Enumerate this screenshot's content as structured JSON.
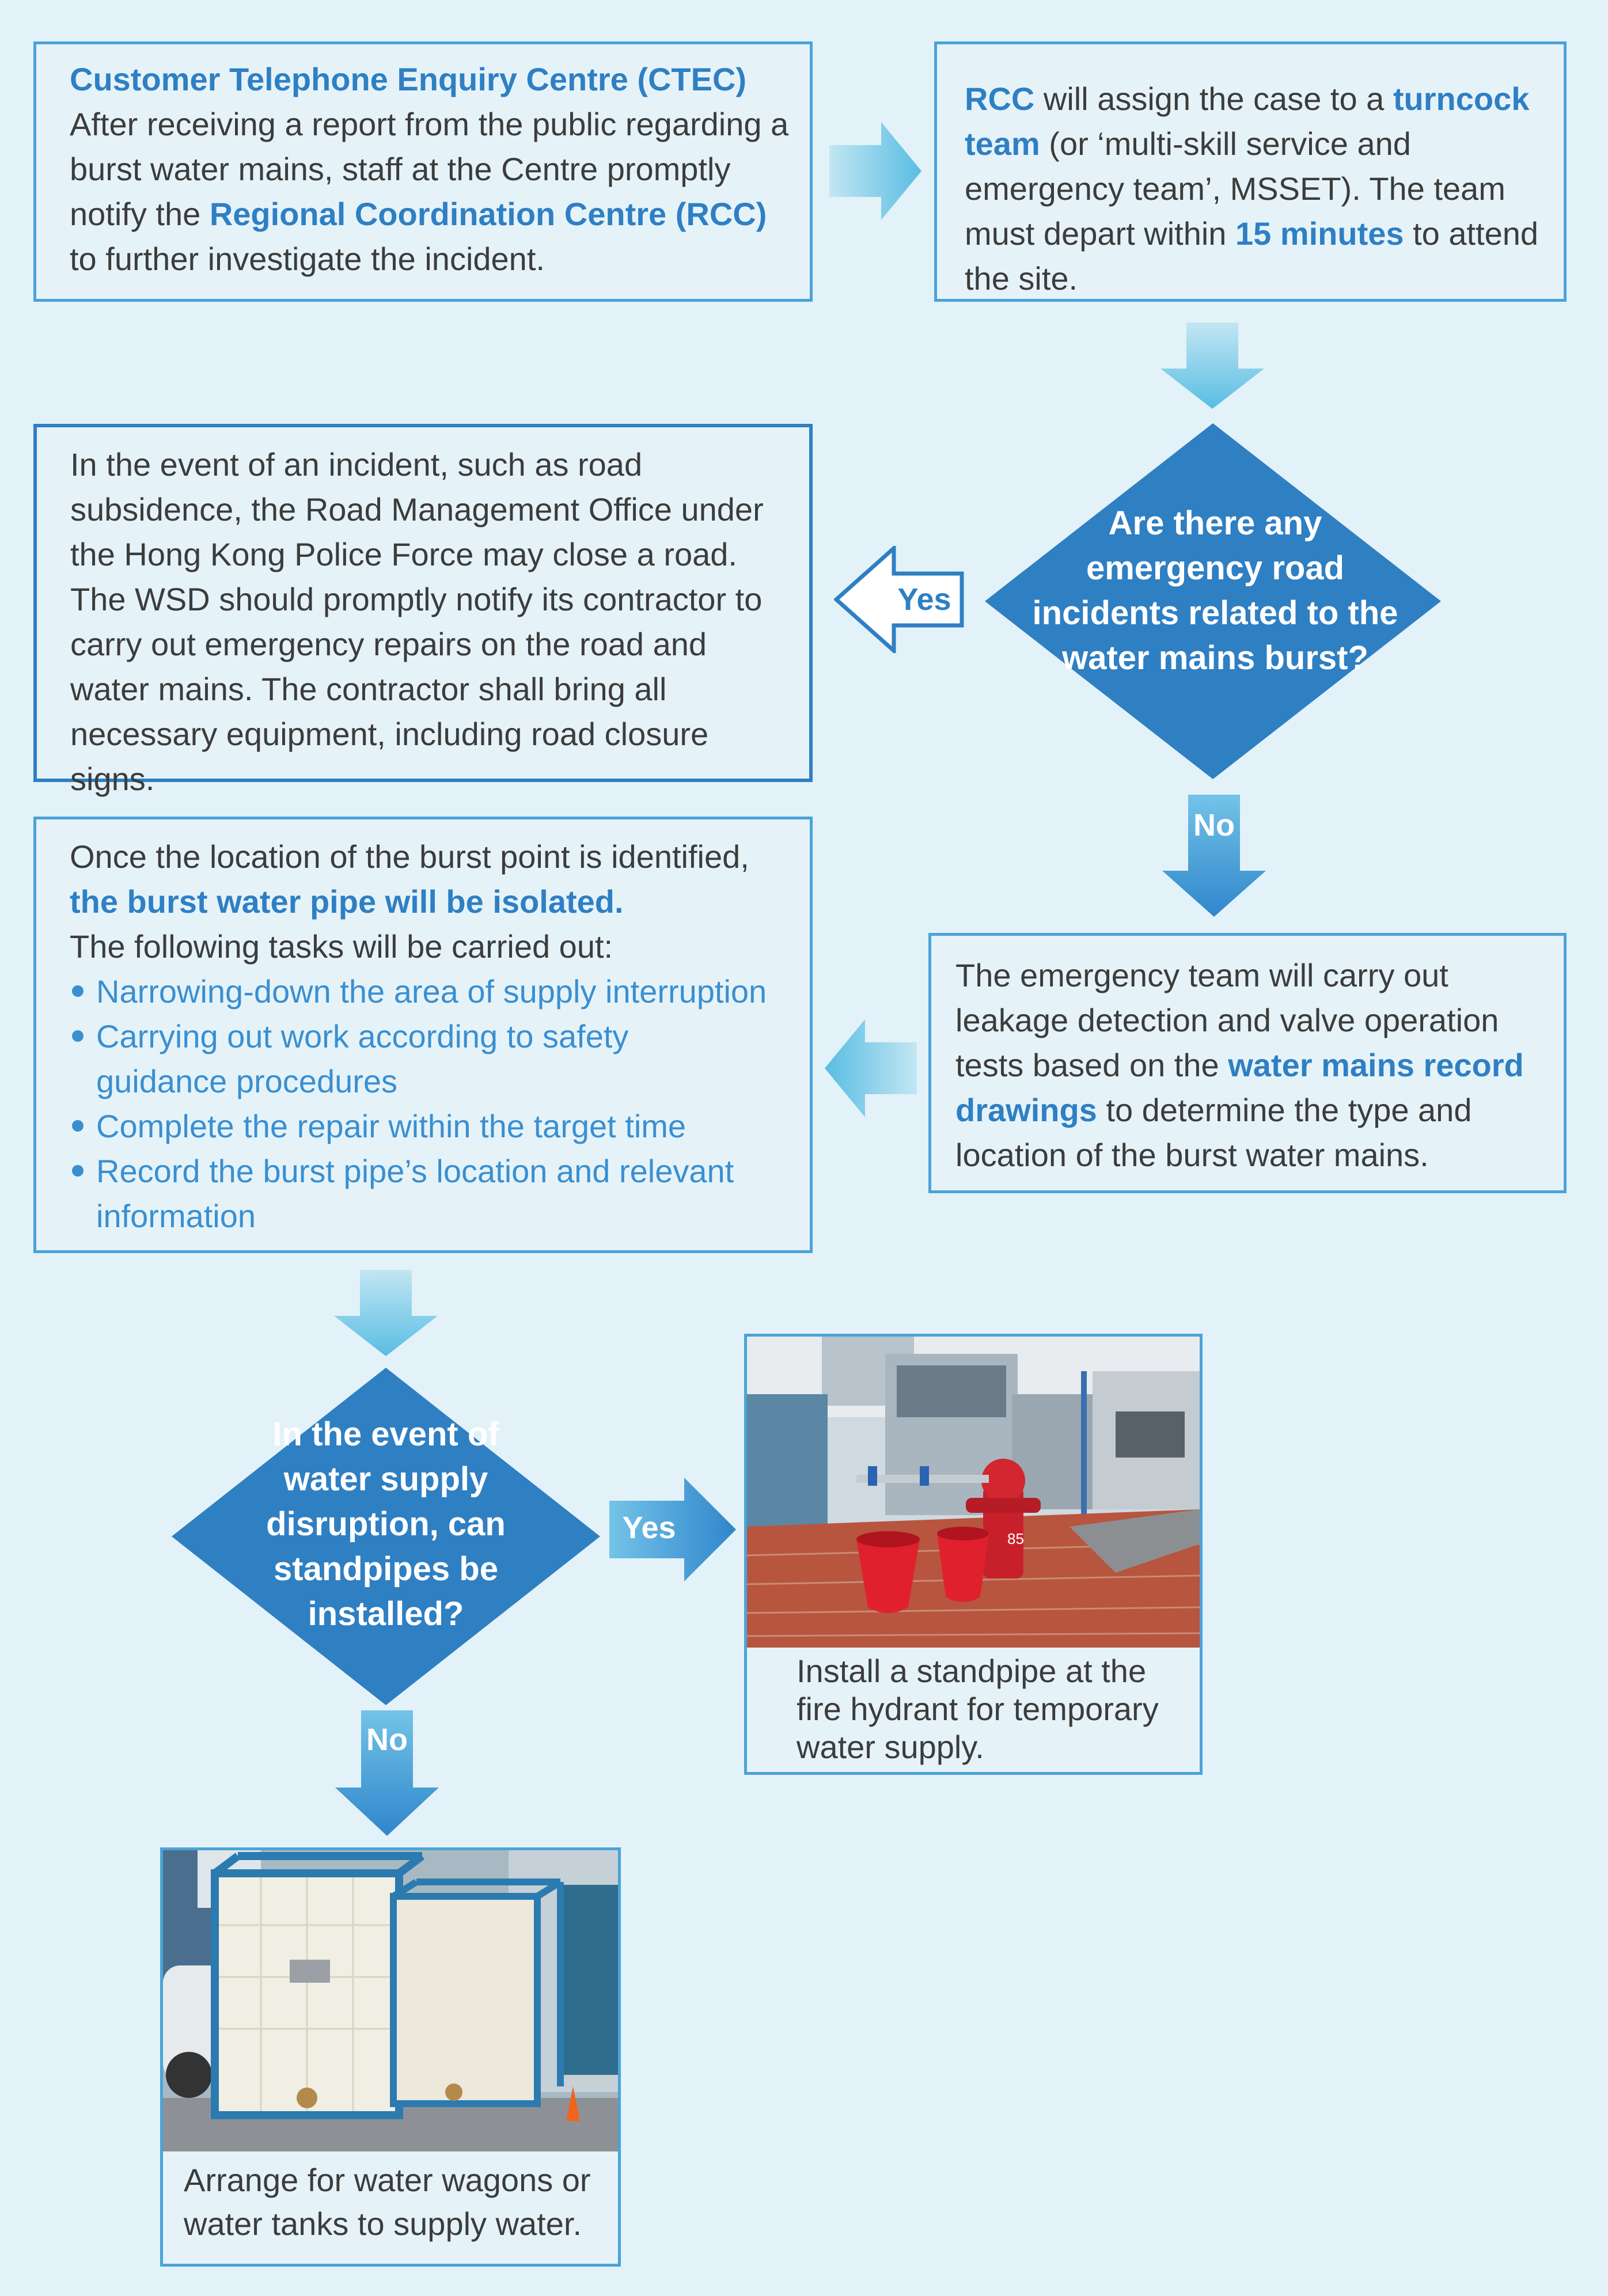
{
  "ctec_box": {
    "title": "Customer Telephone Enquiry Centre (CTEC)",
    "text_before": "After receiving a report from the public regarding a burst water mains, staff at the Centre promptly notify the ",
    "highlight": "Regional Coordination Centre (RCC)",
    "text_after": " to further investigate the incident."
  },
  "rcc_box": {
    "hl_rcc": "RCC",
    "t1": " will assign the case to a ",
    "hl_team": "turncock team",
    "t2": " (or ‘multi-skill service and emergency team’, MSSET). The team must depart within ",
    "hl_time": "15 minutes",
    "t3": " to attend the site."
  },
  "decision1": {
    "question": "Are there any emergency road incidents related to the water mains burst?",
    "yes_label": "Yes",
    "no_label": "No"
  },
  "road_box": {
    "text": "In the event of an incident, such as road subsidence, the Road Management Office under the Hong Kong Police Force may close a road. The WSD should promptly notify its contractor to carry out emergency repairs on the road and water mains. The contractor shall bring all necessary equipment, including road closure signs."
  },
  "detect_box": {
    "t1": "The emergency team will carry out leakage detection and valve operation tests based on the ",
    "highlight": "water mains record drawings",
    "t2": " to determine the type and location of the burst water mains."
  },
  "isolate_box": {
    "intro": "Once the location of the burst point is identified,",
    "highlight": "the burst water pipe will be isolated.",
    "tasks_intro": "The following tasks will be carried out:",
    "tasks": [
      "Narrowing-down the area of supply interruption",
      "Carrying out work according to safety guidance procedures",
      "Complete the repair within the target time",
      "Record the burst pipe’s location and relevant information"
    ]
  },
  "decision2": {
    "question": "In the event of water supply disruption, can standpipes be installed?",
    "yes_label": "Yes",
    "no_label": "No"
  },
  "standpipe_card": {
    "caption": "Install a standpipe at the fire hydrant for temporary water supply.",
    "hydrant_number": "85"
  },
  "tank_card": {
    "caption": "Arrange for water wagons or water tanks to supply water."
  },
  "colors": {
    "background": "#e3f2f8",
    "box_border": "#4aa3d8",
    "highlight_text": "#2f7fc3",
    "diamond_fill": "#2f7fc3"
  }
}
